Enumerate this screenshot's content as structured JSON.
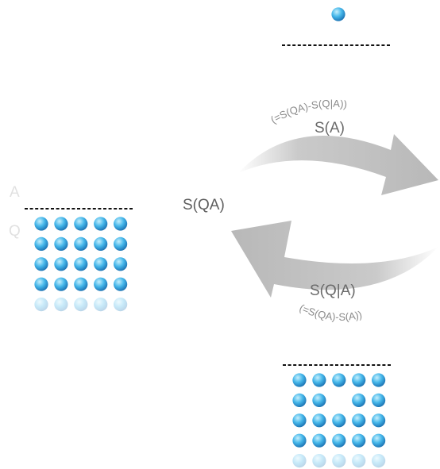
{
  "labels": {
    "a": "A",
    "q": "Q",
    "center": "S(QA)",
    "top_arrow_main": "S(A)",
    "top_arrow_sub": "(=S(QA)-S(Q|A))",
    "bottom_arrow_main": "S(Q|A)",
    "bottom_arrow_sub": "(=S(QA)-S(A))"
  },
  "colors": {
    "ball_light": "#c6effc",
    "ball_mid": "#45b7ea",
    "ball_dark": "#1a6fb0",
    "arrow": "#b8b8b8",
    "dash": "#111111"
  },
  "panels": {
    "left": {
      "cols": 5,
      "solid_rows": 4,
      "faded_rows": 1,
      "missing": []
    },
    "top_right": {
      "balls": 1
    },
    "bottom_right": {
      "cols": 5,
      "solid_rows": 4,
      "faded_rows": 1,
      "missing": [
        [
          1,
          2
        ]
      ]
    }
  }
}
